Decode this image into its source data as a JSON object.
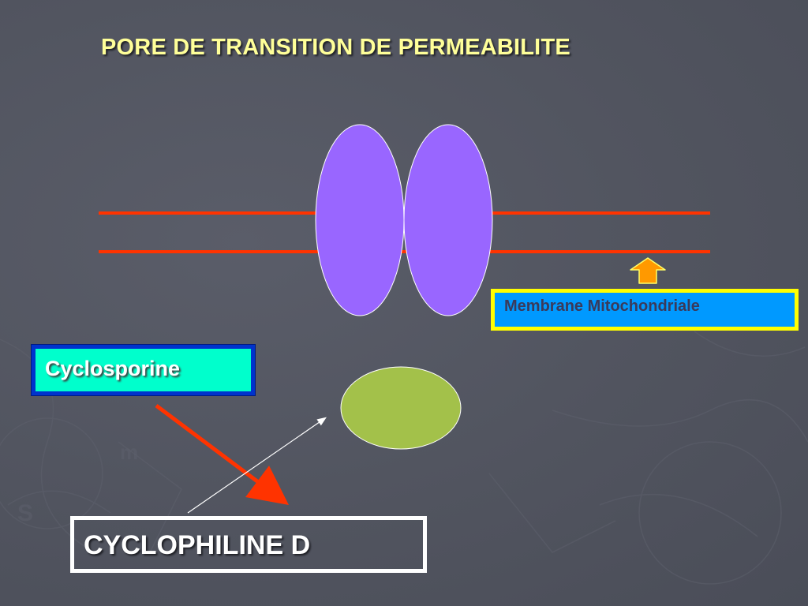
{
  "slide": {
    "title": "PORE DE TRANSITION DE PERMEABILITE",
    "labels": {
      "membrane": "Membrane Mitochondriale",
      "cyclosporine": "Cyclosporine",
      "cyclophiline": "CYCLOPHILINE D"
    }
  },
  "colors": {
    "background": "#50535f",
    "title": "#ffff99",
    "membrane_line": "#ff3300",
    "pore_protein": "#9966ff",
    "cyclophilin_protein": "#a3c14a",
    "membrane_box_fill": "#0099ff",
    "membrane_box_border": "#ffff00",
    "cyclosporine_box_fill": "#00ffcc",
    "cyclosporine_box_border": "#0033cc",
    "cyclophiline_box_border": "#ffffff",
    "up_arrow": "#ff9900",
    "inhibition_arrow": "#ff3300",
    "binding_arrow": "#ffffff"
  },
  "icons": {
    "membrane_pointer": "up-arrow-icon",
    "inhibition": "diagonal-arrow-icon",
    "binding": "thin-arrow-icon"
  }
}
